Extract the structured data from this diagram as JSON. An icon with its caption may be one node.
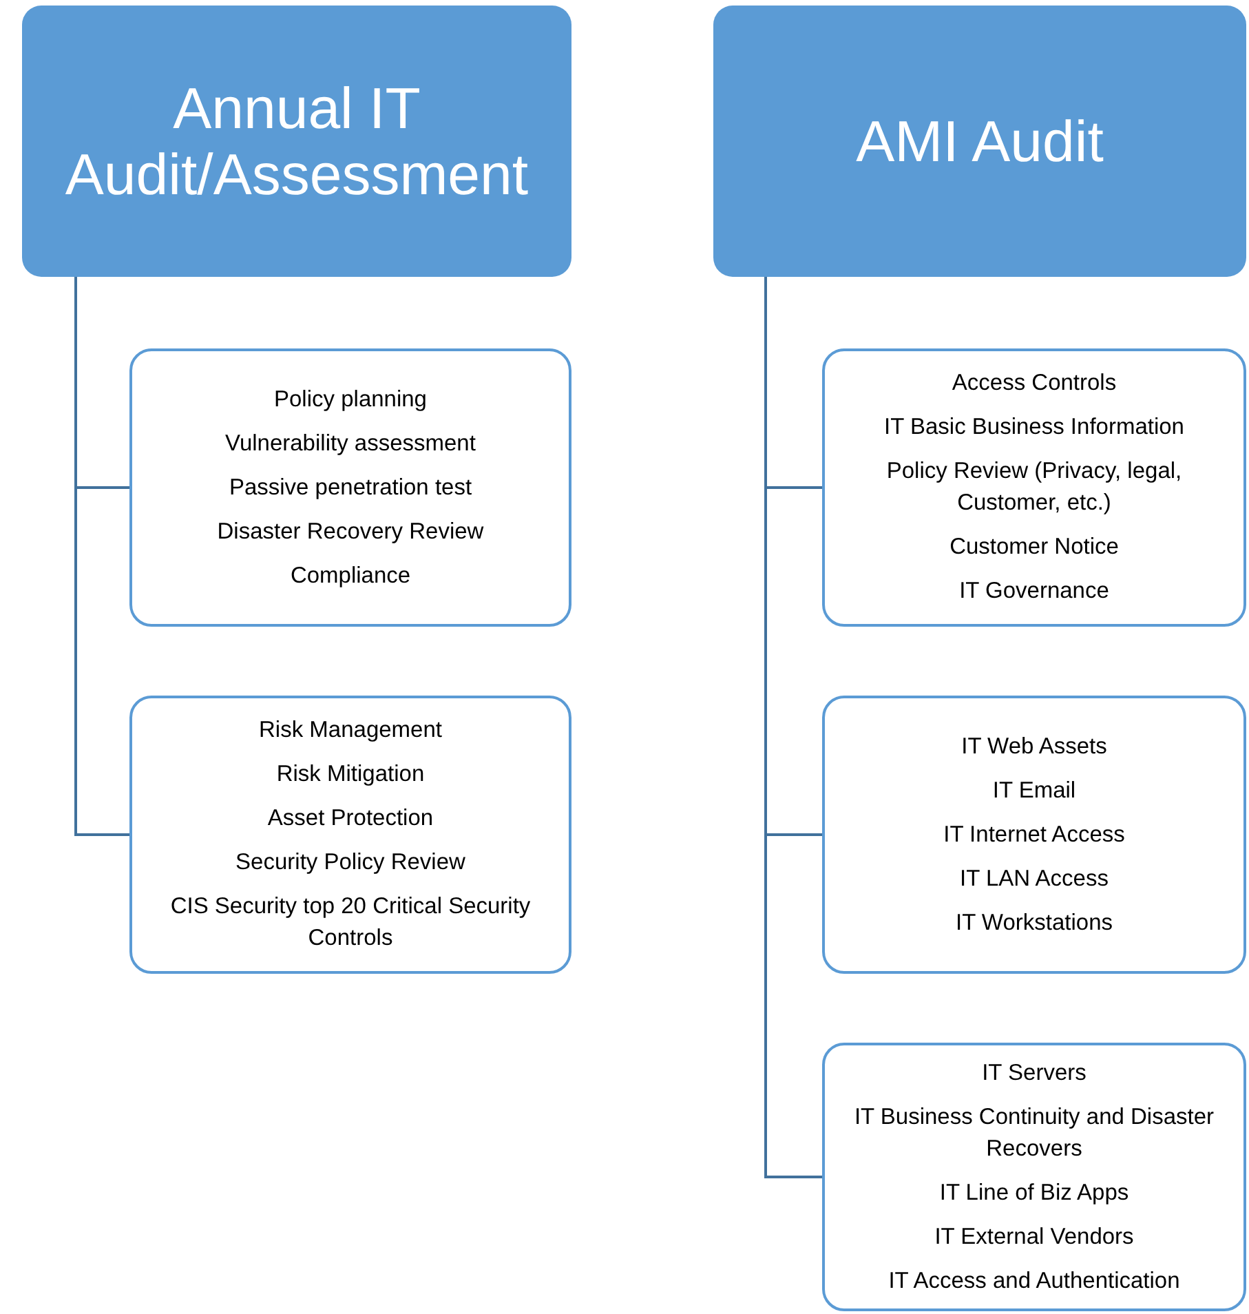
{
  "diagram": {
    "nodes": [
      {
        "text": [
          "Annual IT Audit/Assessment"
        ]
      },
      {
        "text": [
          "Policy planning",
          "Vulnerability assessment",
          "Passive penetration test",
          "Disaster Recovery Review",
          "Compliance"
        ]
      },
      {
        "text": [
          "Risk Management",
          "Risk Mitigation",
          "Asset Protection",
          "Security Policy Review",
          "CIS Security top 20 Critical Security Controls"
        ]
      },
      {
        "text": [
          "AMI Audit"
        ]
      },
      {
        "text": [
          "Access Controls",
          "IT Basic Business Information",
          "Policy Review (Privacy, legal, Customer, etc.)",
          "Customer Notice",
          "IT Governance"
        ]
      },
      {
        "text": [
          "IT Web Assets",
          "IT Email",
          "IT Internet Access",
          "IT LAN Access",
          "IT Workstations"
        ]
      },
      {
        "text": [
          "IT Servers",
          "IT Business Continuity and Disaster Recovers",
          "IT Line of Biz Apps",
          "IT External Vendors",
          "IT Access and Authentication"
        ]
      }
    ],
    "edges": [
      {
        "from": 0,
        "to": 1,
        "arrow": "none"
      },
      {
        "from": 0,
        "to": 2,
        "arrow": "none"
      },
      {
        "from": 3,
        "to": 4,
        "arrow": "none"
      },
      {
        "from": 3,
        "to": 5,
        "arrow": "none"
      },
      {
        "from": 3,
        "to": 6,
        "arrow": "none"
      }
    ]
  }
}
